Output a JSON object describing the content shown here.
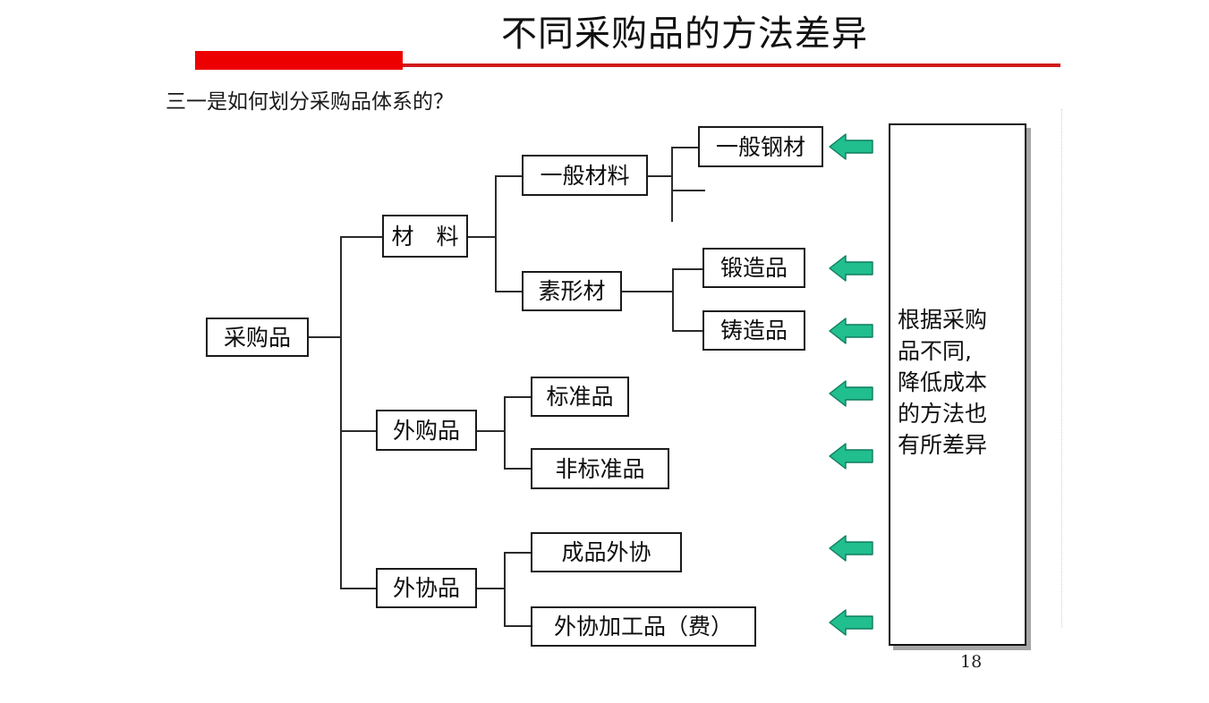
{
  "slide": {
    "title": "不同采购品的方法差异",
    "subtitle": "三一是如何划分采购品体系的？",
    "page_number": "18",
    "accent_color": "#ED0000",
    "arrow_color": "#21BE8E",
    "node_border_color": "#1A1A1A"
  },
  "diagram": {
    "type": "tree",
    "root": {
      "label": "采购品"
    },
    "branches": [
      {
        "label": "材　料",
        "children": [
          {
            "label": "一般材料",
            "children": [
              {
                "label": "一般钢材",
                "has_arrow": true
              },
              {
                "label": "",
                "has_arrow": false
              }
            ]
          },
          {
            "label": "素形材",
            "children": [
              {
                "label": "锻造品",
                "has_arrow": true
              },
              {
                "label": "铸造品",
                "has_arrow": true
              }
            ]
          }
        ]
      },
      {
        "label": "外购品",
        "children": [
          {
            "label": "标准品",
            "has_arrow": true
          },
          {
            "label": "非标准品",
            "has_arrow": true
          }
        ]
      },
      {
        "label": "外协品",
        "children": [
          {
            "label": "成品外协",
            "has_arrow": true
          },
          {
            "label": "外协加工品（费）",
            "has_arrow": true
          }
        ]
      }
    ]
  },
  "callout": {
    "lines": [
      "根据采购",
      "品不同,",
      "降低成本",
      "的方法也",
      "有所差异"
    ],
    "full_text": "根据采购品不同,降低成本的方法也有所差异"
  },
  "nodes": {
    "root": "采购品",
    "material": "材　料",
    "general_material": "一般材料",
    "shaped_material": "素形材",
    "general_steel": "一般钢材",
    "forged": "锻造品",
    "cast": "铸造品",
    "purchased": "外购品",
    "standard": "标准品",
    "non_standard": "非标准品",
    "outsourced": "外协品",
    "finished_outsourcing": "成品外协",
    "outsourced_processing": "外协加工品（费）"
  }
}
